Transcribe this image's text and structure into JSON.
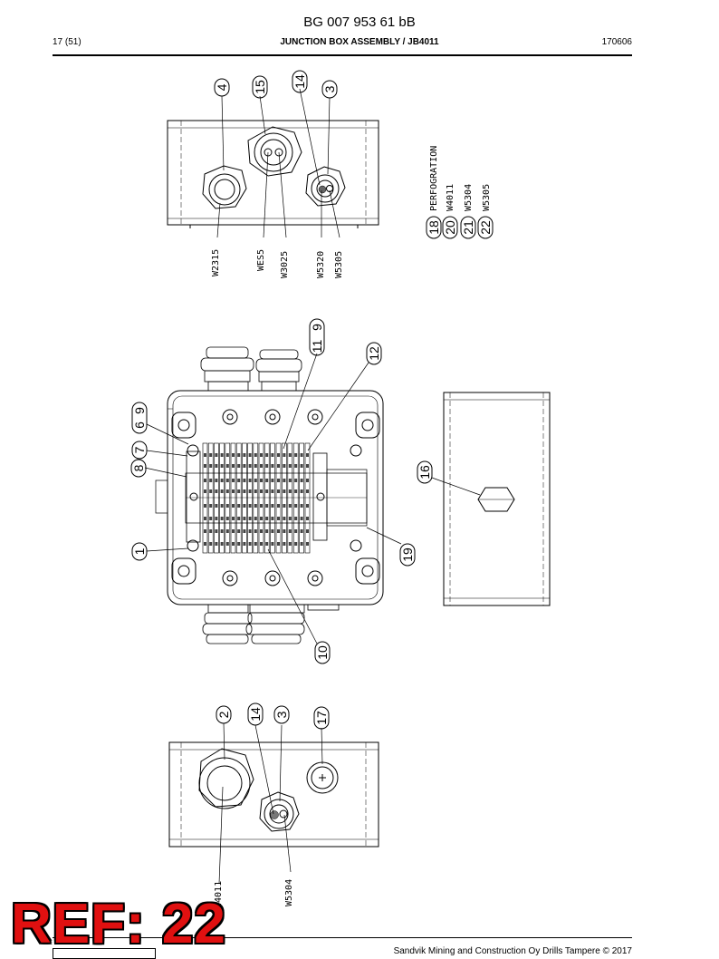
{
  "header": {
    "doc_id": "BG 007 953 61 bB",
    "page": "17 (51)",
    "title": "JUNCTION BOX ASSEMBLY / JB4011",
    "date": "170606"
  },
  "footer": {
    "copyright": "Sandvik Mining and Construction Oy Drills Tampere © 2017"
  },
  "ref_stamp": "REF: 22",
  "top_view": {
    "balloons": [
      "4",
      "15",
      "14",
      "3"
    ],
    "cable_labels": [
      "W2315",
      "WES5",
      "W3025",
      "W5320",
      "W5305"
    ]
  },
  "legend": {
    "items": [
      {
        "num": "18",
        "text": "PERFOGRATION"
      },
      {
        "num": "20",
        "text": "W4011"
      },
      {
        "num": "21",
        "text": "W5304"
      },
      {
        "num": "22",
        "text": "W5305"
      }
    ]
  },
  "main_view": {
    "balloons": [
      "11",
      "9",
      "12",
      "6",
      "9",
      "7",
      "8",
      "1",
      "10",
      "16",
      "19"
    ]
  },
  "bottom_view": {
    "balloons": [
      "2",
      "14",
      "3",
      "17"
    ],
    "cable_labels": [
      "W4011",
      "W5304"
    ]
  }
}
